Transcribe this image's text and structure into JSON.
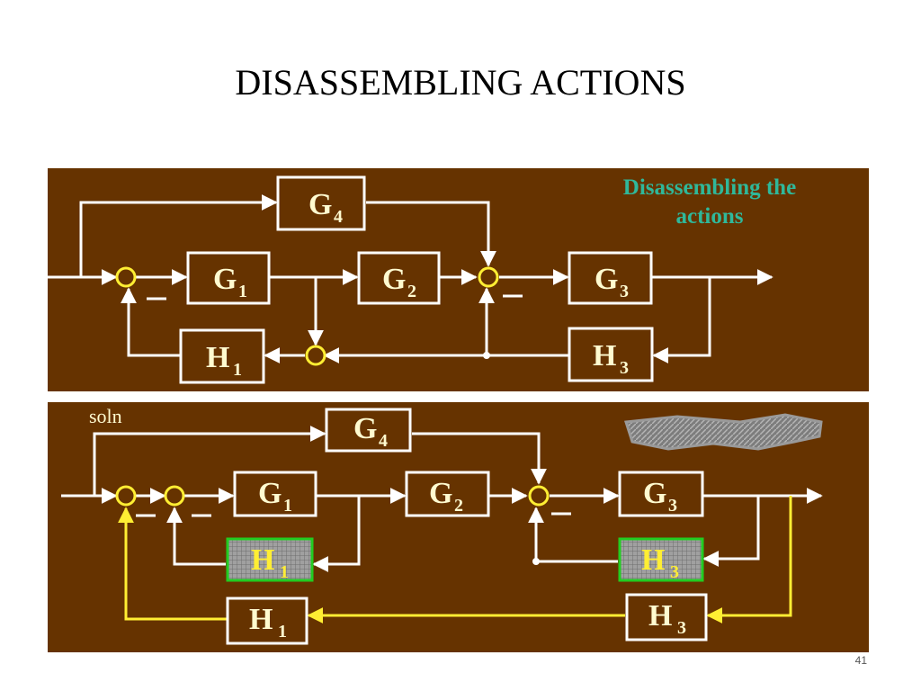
{
  "slide": {
    "title": "DISASSEMBLING ACTIONS",
    "page_number": "41"
  },
  "top_diagram": {
    "caption_line1": "Disassembling the",
    "caption_line2": "actions",
    "blocks": {
      "g4": {
        "letter": "G",
        "sub": "4"
      },
      "g1": {
        "letter": "G",
        "sub": "1"
      },
      "g2": {
        "letter": "G",
        "sub": "2"
      },
      "g3": {
        "letter": "G",
        "sub": "3"
      },
      "h1": {
        "letter": "H",
        "sub": "1"
      },
      "h3": {
        "letter": "H",
        "sub": "3"
      }
    }
  },
  "bottom_diagram": {
    "label": "soln",
    "blocks": {
      "g4": {
        "letter": "G",
        "sub": "4"
      },
      "g1": {
        "letter": "G",
        "sub": "1"
      },
      "g2": {
        "letter": "G",
        "sub": "2"
      },
      "g3": {
        "letter": "G",
        "sub": "3"
      },
      "h1_cancel": {
        "letter": "H",
        "sub": "1"
      },
      "h3_cancel": {
        "letter": "H",
        "sub": "3"
      },
      "h1": {
        "letter": "H",
        "sub": "1"
      },
      "h3": {
        "letter": "H",
        "sub": "3"
      }
    }
  },
  "colors": {
    "panel": "#663300",
    "line": "#ffffff",
    "yellow_line": "#ffee33",
    "block_text": "#fffbd0",
    "caption": "#2fb89a",
    "highlight_border": "#22cc22",
    "highlight_fill": "#9a9a9a"
  }
}
